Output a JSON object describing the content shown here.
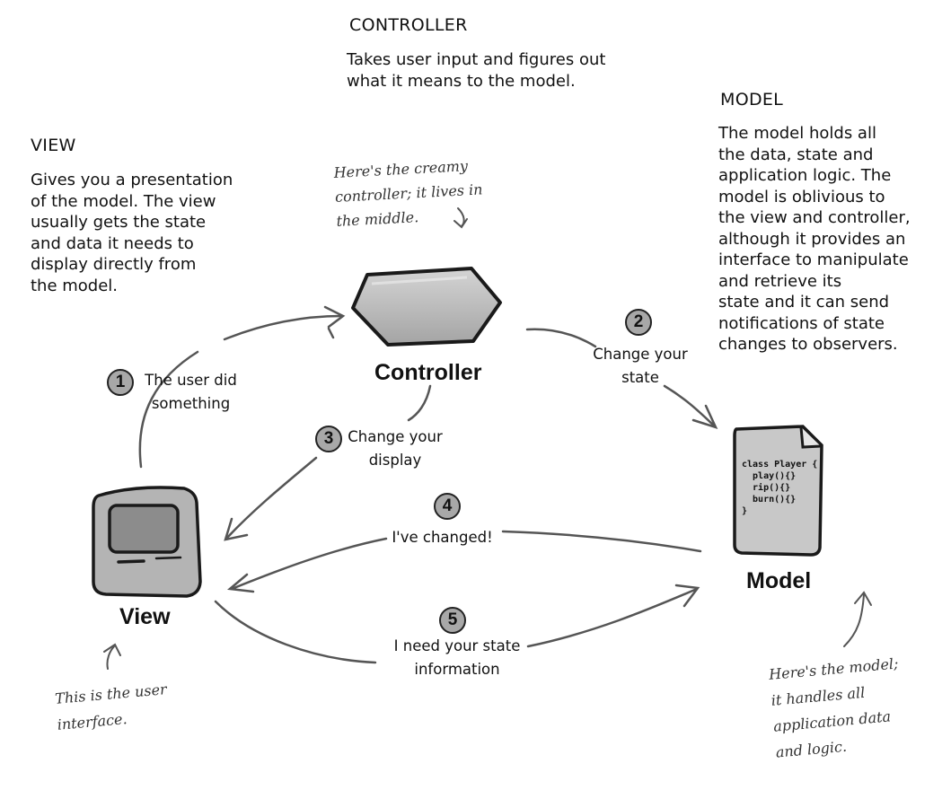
{
  "controller_desc": {
    "heading": "CONTROLLER",
    "text": "Takes user input and figures out\nwhat it means to the model."
  },
  "model_desc": {
    "heading": "MODEL",
    "text": "The model holds all\nthe data, state and\napplication logic.  The\nmodel is oblivious to\nthe view and controller,\nalthough it provides an\ninterface to manipulate\nand retrieve its\nstate and it can send\nnotifications of state\nchanges to observers."
  },
  "view_desc": {
    "heading": "VIEW",
    "text": "Gives you a presentation\nof the model. The view\nusually gets the state\nand data it needs to\ndisplay directly from\nthe model."
  },
  "notes": {
    "controller": "Here's the creamy\ncontroller; it lives in\nthe middle.",
    "view": "This is the user\ninterface.",
    "model": "Here's the model;\nit handles all\napplication data\nand logic."
  },
  "nodes": {
    "controller": "Controller",
    "view": "View",
    "model": "Model"
  },
  "model_code": "class Player {\n  play(){}\n  rip(){}\n  burn(){}\n}",
  "steps": [
    {
      "number": "1",
      "label": "The user did\nsomething"
    },
    {
      "number": "2",
      "label": "Change your\nstate"
    },
    {
      "number": "3",
      "label": "Change your\ndisplay"
    },
    {
      "number": "4",
      "label": "I've changed!"
    },
    {
      "number": "5",
      "label": "I need your state\ninformation"
    }
  ]
}
